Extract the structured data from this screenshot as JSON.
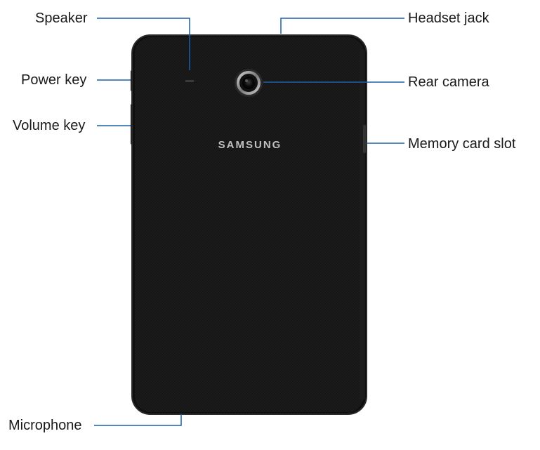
{
  "callouts": {
    "speaker": "Speaker",
    "power_key": "Power key",
    "volume_key": "Volume key",
    "microphone": "Microphone",
    "headset_jack": "Headset jack",
    "rear_camera": "Rear camera",
    "memory_card_slot": "Memory card slot"
  },
  "device": {
    "brand": "SAMSUNG",
    "body_color": "#141414",
    "edge_color": "#2b2b2b"
  },
  "colors": {
    "leader_line": "#1f5fa8",
    "label_text": "#1a1a1a"
  }
}
